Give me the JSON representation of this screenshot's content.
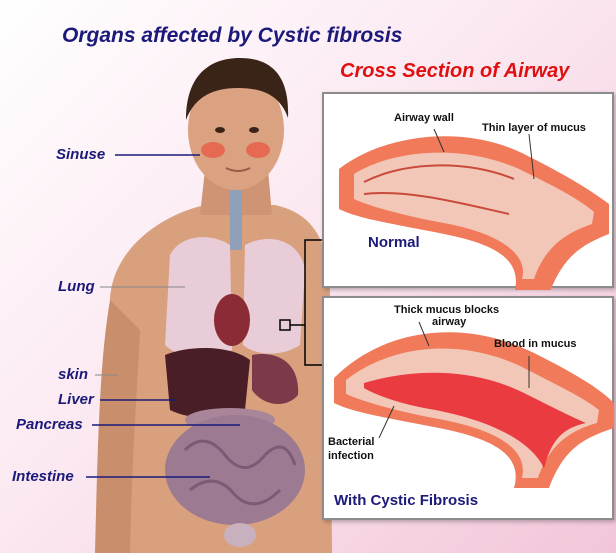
{
  "title": "Organs affected by Cystic fibrosis",
  "subtitle": "Cross Section of Airway",
  "organs": {
    "sinuse": "Sinuse",
    "lung": "Lung",
    "skin": "skin",
    "liver": "Liver",
    "pancreas": "Pancreas",
    "intestine": "Intestine"
  },
  "normal_panel": {
    "caption": "Normal",
    "airway_wall": "Airway wall",
    "thin_mucus": "Thin layer of mucus"
  },
  "cf_panel": {
    "caption": "With Cystic Fibrosis",
    "thick_mucus_line1": "Thick mucus blocks",
    "thick_mucus_line2": "airway",
    "blood": "Blood in mucus",
    "bacterial_line1": "Bacterial",
    "bacterial_line2": "infection"
  },
  "colors": {
    "title": "#1b1a7a",
    "subtitle": "#e01010",
    "tissue": "#f07a5a",
    "mucus_blood": "#e8232a"
  }
}
